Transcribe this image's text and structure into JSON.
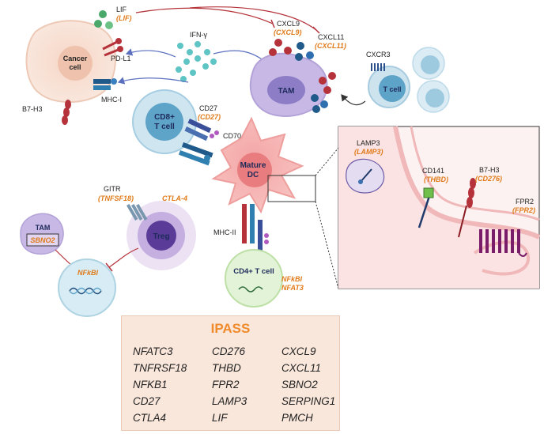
{
  "signals": {
    "lif": "LIF",
    "lif_gene": "(LIF)",
    "ifng": "IFN-γ",
    "cxcl9": "CXCL9",
    "cxcl9_gene": "(CXCL9)",
    "cxcl11": "CXCL11",
    "cxcl11_gene": "(CXCL11)",
    "cxcr3": "CXCR3"
  },
  "cells": {
    "cancer_line1": "Cancer",
    "cancer_line2": "cell",
    "tam": "TAM",
    "tcell": "T cell",
    "cd8_line1": "CD8+",
    "cd8_line2": "T cell",
    "dc_line1": "Mature",
    "dc_line2": "DC",
    "treg": "Treg",
    "tam_small": "TAM",
    "cd4": "CD4+ T cell"
  },
  "receptors": {
    "pdl1": "PD-L1",
    "mhc1": "MHC-I",
    "b7h3": "B7-H3",
    "cd27": "CD27",
    "cd27_gene": "(CD27)",
    "cd70": "CD70",
    "gitr": "GITR",
    "gitr_gene": "(TNFSF18)",
    "ctla4_gene": "CTLA-4",
    "mhc2": "MHC-II",
    "sbno2_gene": "SBNO2",
    "nfkbi_gene": "NFkBI",
    "cd4_gene1": "NFkBI",
    "cd4_gene2": "NFAT3"
  },
  "inset": {
    "lamp3": "LAMP3",
    "lamp3_gene": "(LAMP3)",
    "cd141": "CD141",
    "cd141_gene": "(THBD)",
    "b7h3": "B7-H3",
    "b7h3_gene": "(CD276)",
    "fpr2": "FPR2",
    "fpr2_gene": "(FPR2)"
  },
  "ipass": {
    "title": "IPASS",
    "genes": [
      "NFATC3",
      "CD276",
      "CXCL9",
      "TNFRSF18",
      "THBD",
      "CXCL11",
      "NFKB1",
      "FPR2",
      "SBNO2",
      "CD27",
      "LAMP3",
      "SERPING1",
      "CTLA4",
      "LIF",
      "PMCH"
    ]
  },
  "colors": {
    "gene_orange": "#e07b1a",
    "inhibit_red": "#b5323a",
    "arrow_blue": "#5a6fbf"
  }
}
